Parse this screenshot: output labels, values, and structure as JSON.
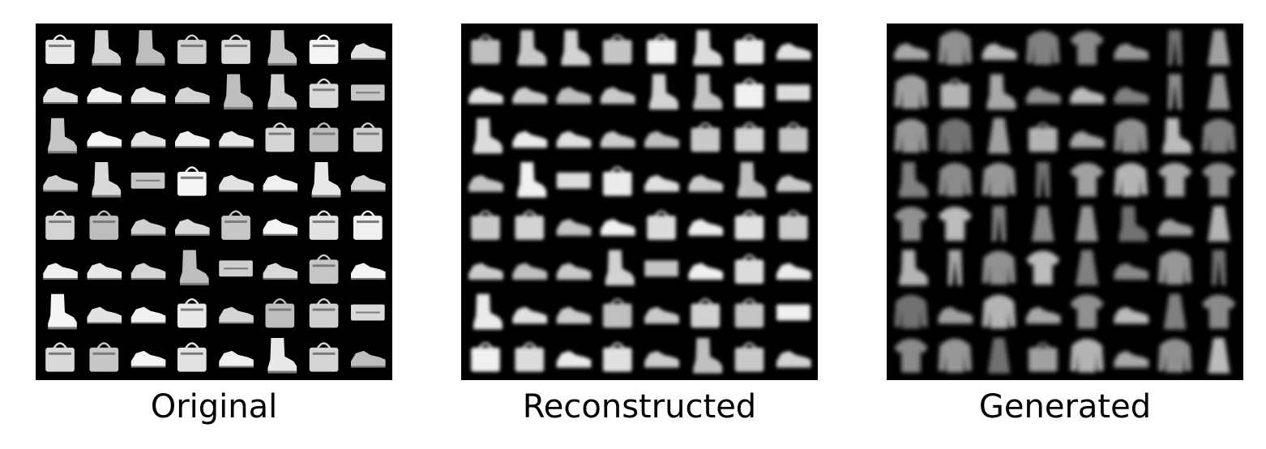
{
  "panels": [
    {
      "caption": "Original",
      "style": "sharp",
      "grid": [
        [
          "bag",
          "boot",
          "boot",
          "bag",
          "bag",
          "boot",
          "bag",
          "shoe"
        ],
        [
          "shoe",
          "shoe",
          "shoe",
          "shoe",
          "boot",
          "boot",
          "bag",
          "clutch"
        ],
        [
          "boot",
          "shoe",
          "shoe",
          "shoe",
          "shoe",
          "bag",
          "bag",
          "bag"
        ],
        [
          "shoe",
          "boot",
          "clutch",
          "bag",
          "shoe",
          "shoe",
          "boot",
          "shoe"
        ],
        [
          "bag",
          "bag",
          "shoe",
          "shoe",
          "bag",
          "shoe",
          "bag",
          "bag"
        ],
        [
          "shoe",
          "shoe",
          "shoe",
          "boot",
          "clutch",
          "shoe",
          "bag",
          "shoe"
        ],
        [
          "boot",
          "shoe",
          "shoe",
          "bag",
          "shoe",
          "bag",
          "bag",
          "clutch"
        ],
        [
          "bag",
          "bag",
          "shoe",
          "bag",
          "shoe",
          "boot",
          "bag",
          "shoe"
        ]
      ]
    },
    {
      "caption": "Reconstructed",
      "style": "blurred",
      "grid": [
        [
          "bag",
          "boot",
          "boot",
          "bag",
          "bag",
          "boot",
          "bag",
          "shoe"
        ],
        [
          "shoe",
          "shoe",
          "shoe",
          "shoe",
          "boot",
          "boot",
          "bag",
          "clutch"
        ],
        [
          "boot",
          "shoe",
          "shoe",
          "shoe",
          "shoe",
          "bag",
          "bag",
          "bag"
        ],
        [
          "shoe",
          "boot",
          "clutch",
          "bag",
          "shoe",
          "shoe",
          "boot",
          "shoe"
        ],
        [
          "bag",
          "bag",
          "shoe",
          "shoe",
          "bag",
          "shoe",
          "bag",
          "bag"
        ],
        [
          "shoe",
          "shoe",
          "shoe",
          "boot",
          "clutch",
          "shoe",
          "bag",
          "shoe"
        ],
        [
          "boot",
          "shoe",
          "shoe",
          "bag",
          "shoe",
          "bag",
          "bag",
          "clutch"
        ],
        [
          "bag",
          "bag",
          "shoe",
          "bag",
          "shoe",
          "boot",
          "bag",
          "shoe"
        ]
      ]
    },
    {
      "caption": "Generated",
      "style": "faint",
      "grid": [
        [
          "shoe",
          "shirt",
          "shoe",
          "shirt",
          "tshirt",
          "shoe",
          "trousers",
          "dress"
        ],
        [
          "shirt",
          "bag",
          "boot",
          "shoe",
          "shoe",
          "shoe",
          "trousers",
          "dress"
        ],
        [
          "shirt",
          "shirt",
          "dress",
          "bag",
          "shoe",
          "shirt",
          "boot",
          "shirt"
        ],
        [
          "boot",
          "shirt",
          "shirt",
          "trousers",
          "tshirt",
          "shirt",
          "tshirt",
          "tshirt"
        ],
        [
          "tshirt",
          "tshirt",
          "trousers",
          "dress",
          "dress",
          "boot",
          "shoe",
          "dress"
        ],
        [
          "boot",
          "trousers",
          "shirt",
          "tshirt",
          "dress",
          "shoe",
          "shirt",
          "trousers"
        ],
        [
          "shirt",
          "shoe",
          "shirt",
          "shoe",
          "tshirt",
          "shoe",
          "dress",
          "tshirt"
        ],
        [
          "tshirt",
          "shirt",
          "dress",
          "bag",
          "shirt",
          "shoe",
          "shirt",
          "dress"
        ]
      ]
    }
  ]
}
